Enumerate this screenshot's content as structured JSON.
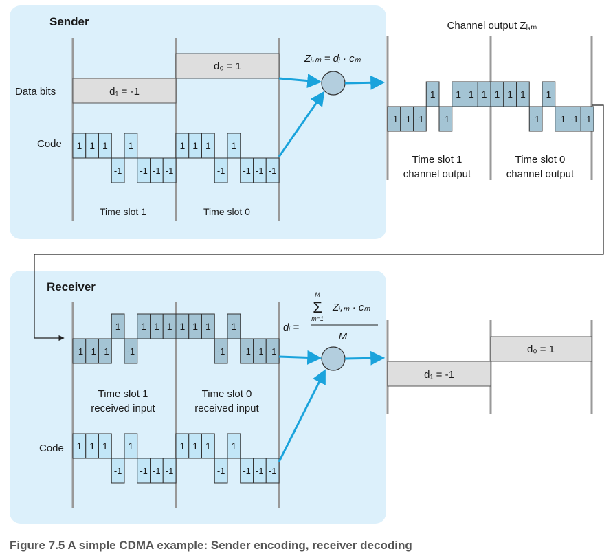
{
  "sender": {
    "title": "Sender",
    "data_bits_label": "Data bits",
    "code_label": "Code",
    "d1_label": "d₁ = -1",
    "d0_label": "d₀ = 1",
    "timeslot1": "Time slot 1",
    "timeslot0": "Time slot 0",
    "equation": "Zᵢ,ₘ = dᵢ · cₘ"
  },
  "channel": {
    "title": "Channel output Zᵢ,ₘ",
    "slot1_line1": "Time slot 1",
    "slot1_line2": "channel output",
    "slot0_line1": "Time slot 0",
    "slot0_line2": "channel output"
  },
  "receiver": {
    "title": "Receiver",
    "code_label": "Code",
    "slot1_line1": "Time slot 1",
    "slot1_line2": "received input",
    "slot0_line1": "Time slot 0",
    "slot0_line2": "received input",
    "eq_lhs": "dᵢ =",
    "eq_sigma": "Σ",
    "eq_upper": "M",
    "eq_lower": "m=1",
    "eq_terms": "Zᵢ,ₘ · cₘ",
    "eq_denominator": "M",
    "d1_label": "d₁ = -1",
    "d0_label": "d₀ = 1"
  },
  "code_sequence": [
    1,
    1,
    1,
    -1,
    1,
    -1,
    -1,
    -1
  ],
  "channel_slot1": [
    -1,
    -1,
    -1,
    1,
    -1,
    1,
    1,
    1
  ],
  "channel_slot0": [
    1,
    1,
    1,
    -1,
    1,
    -1,
    -1,
    -1
  ],
  "colors": {
    "panel": "#dcf0fb",
    "code_fill": "#c2e6f7",
    "channel_fill": "#a4c4d4",
    "data_fill": "#dedede",
    "arrow": "#1aa3dc"
  },
  "caption": "Figure 7.5 A simple CDMA example: Sender encoding, receiver decoding"
}
